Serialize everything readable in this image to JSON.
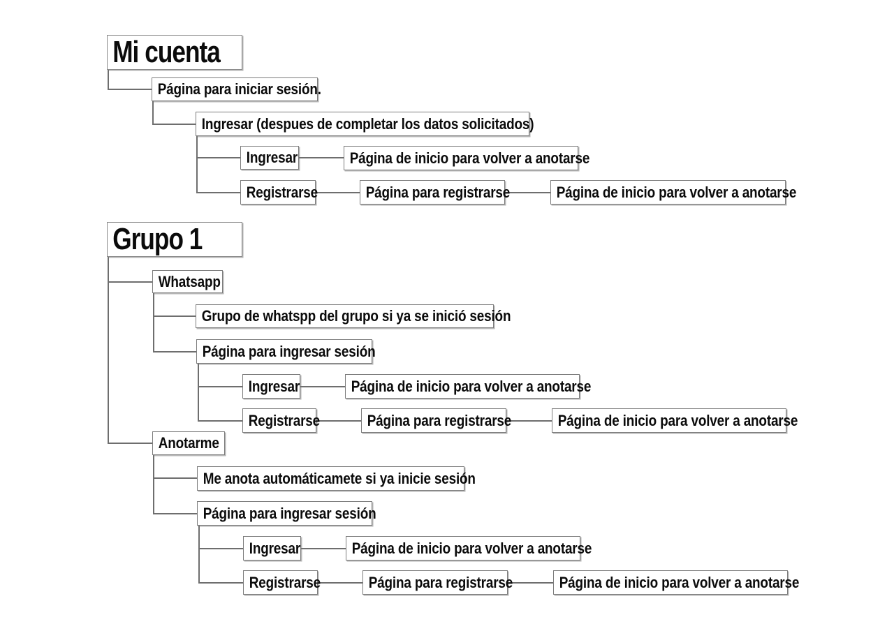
{
  "document": {
    "title": "Mi cuenta / Grupo 1 - mapa de flujo",
    "background_color": "#ffffff",
    "box_border_color": "#7c7c7c",
    "connector_color": "#6e6e6e",
    "text_color": "#0b0b0b"
  },
  "sections": [
    {
      "id": "mi-cuenta",
      "heading": "Mi cuenta",
      "nodes": {
        "pagina_iniciar_sesion": "Página para iniciar sesión.",
        "ingresar_datos": "Ingresar (despues de completar los datos solicitados)",
        "ingresar": "Ingresar",
        "ingresar_resultado": "Página de inicio para volver a anotarse",
        "registrarse": "Registrarse",
        "pagina_registrarse": "Página para registrarse",
        "registrarse_resultado": "Página de inicio para volver a anotarse"
      }
    },
    {
      "id": "grupo-1",
      "heading": "Grupo 1",
      "branches": {
        "whatsapp": {
          "label": "Whatsapp",
          "nodes": {
            "grupo_whatsapp": "Grupo de whatspp del grupo si ya se inició sesión",
            "pagina_ingresar_sesion": "Página para ingresar sesión",
            "ingresar": "Ingresar",
            "ingresar_resultado": "Página de inicio para volver a anotarse",
            "registrarse": "Registrarse",
            "pagina_registrarse": "Página para registrarse",
            "registrarse_resultado": "Página de inicio para volver a anotarse"
          }
        },
        "anotarme": {
          "label": "Anotarme",
          "nodes": {
            "me_anota_auto": "Me anota automáticamete si ya inicie sesión",
            "pagina_ingresar_sesion": "Página para ingresar sesión",
            "ingresar": "Ingresar",
            "ingresar_resultado": "Página de inicio para volver a anotarse",
            "registrarse": "Registrarse",
            "pagina_registrarse": "Página para registrarse",
            "registrarse_resultado": "Página de inicio para volver a anotarse"
          }
        }
      }
    }
  ]
}
